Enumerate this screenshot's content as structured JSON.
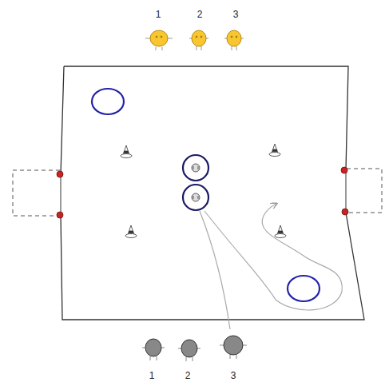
{
  "diagram": {
    "labels": [
      "1",
      "2",
      "3",
      "1",
      "2",
      "3"
    ]
  }
}
